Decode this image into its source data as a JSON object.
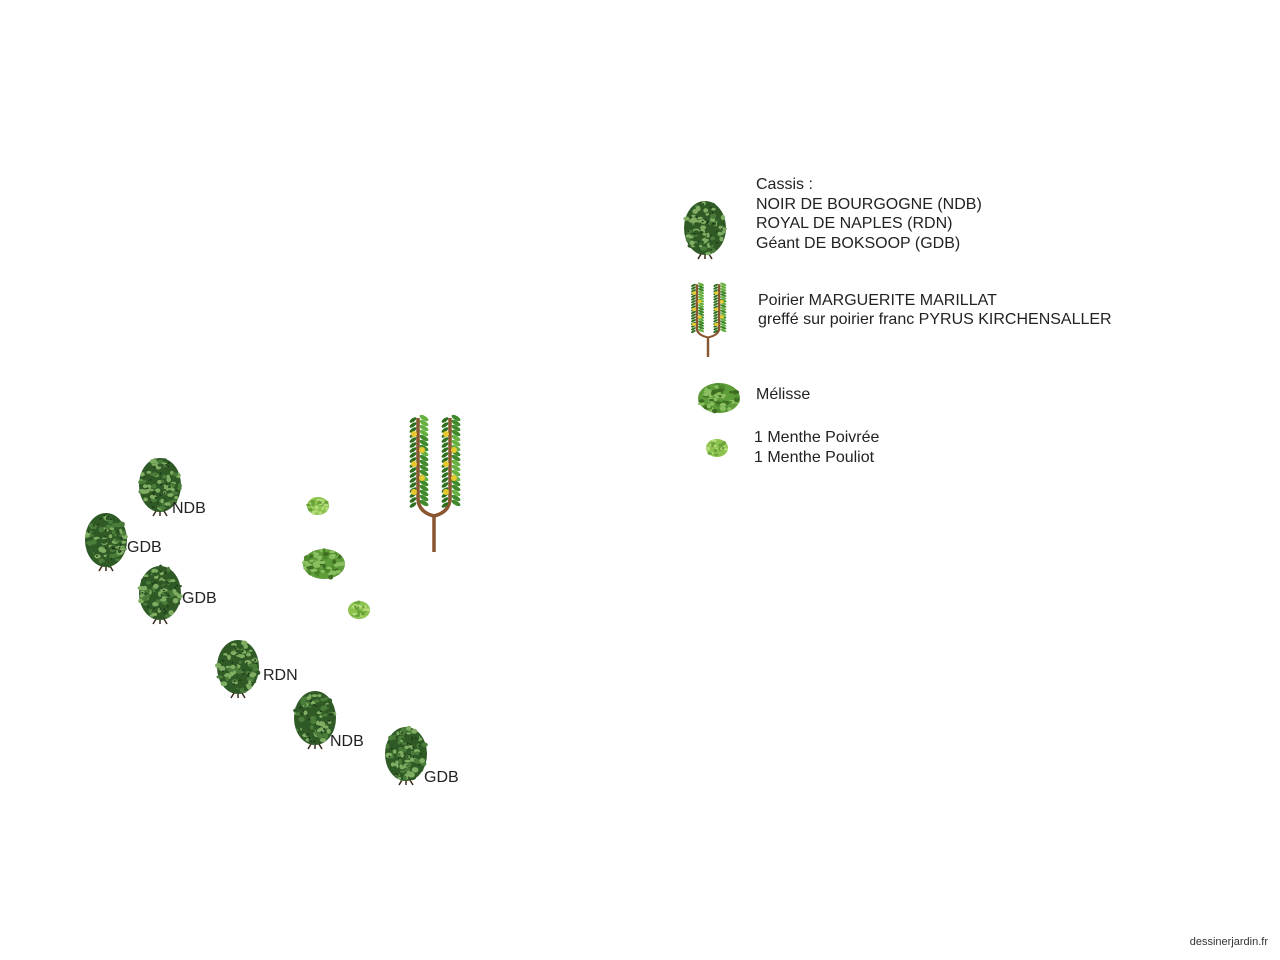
{
  "colors": {
    "leaf_dark": "#2f5a26",
    "leaf_mid": "#4a7d3a",
    "leaf_light": "#7fae63",
    "melisse": "#5f9c3a",
    "menthe": "#8cc34f",
    "trunk": "#8a5630",
    "pear": "#e8c930",
    "text": "#222222"
  },
  "plants": {
    "cassis": [
      {
        "label": "NDB"
      },
      {
        "label": "GDB"
      },
      {
        "label": "GDB"
      },
      {
        "label": "RDN"
      },
      {
        "label": "NDB"
      },
      {
        "label": "GDB"
      }
    ],
    "menthe_count": 2,
    "melisse_count": 1,
    "poirier_count": 1
  },
  "legend": {
    "cassis": {
      "icon": "blackcurrant-bush-icon",
      "lines": [
        "Cassis :",
        "NOIR DE BOURGOGNE (NDB)",
        "ROYAL DE NAPLES (RDN)",
        "Géant DE BOKSOOP (GDB)"
      ]
    },
    "poirier": {
      "icon": "espalier-pear-tree-icon",
      "lines": [
        "Poirier MARGUERITE MARILLAT",
        "greffé sur poirier franc PYRUS KIRCHENSALLER"
      ]
    },
    "melisse": {
      "icon": "lemon-balm-icon",
      "lines": [
        "Mélisse"
      ]
    },
    "menthe": {
      "icon": "mint-icon",
      "lines": [
        "1 Menthe Poivrée",
        "1 Menthe Pouliot"
      ]
    }
  },
  "footer": {
    "credit": "dessinerjardin.fr"
  }
}
